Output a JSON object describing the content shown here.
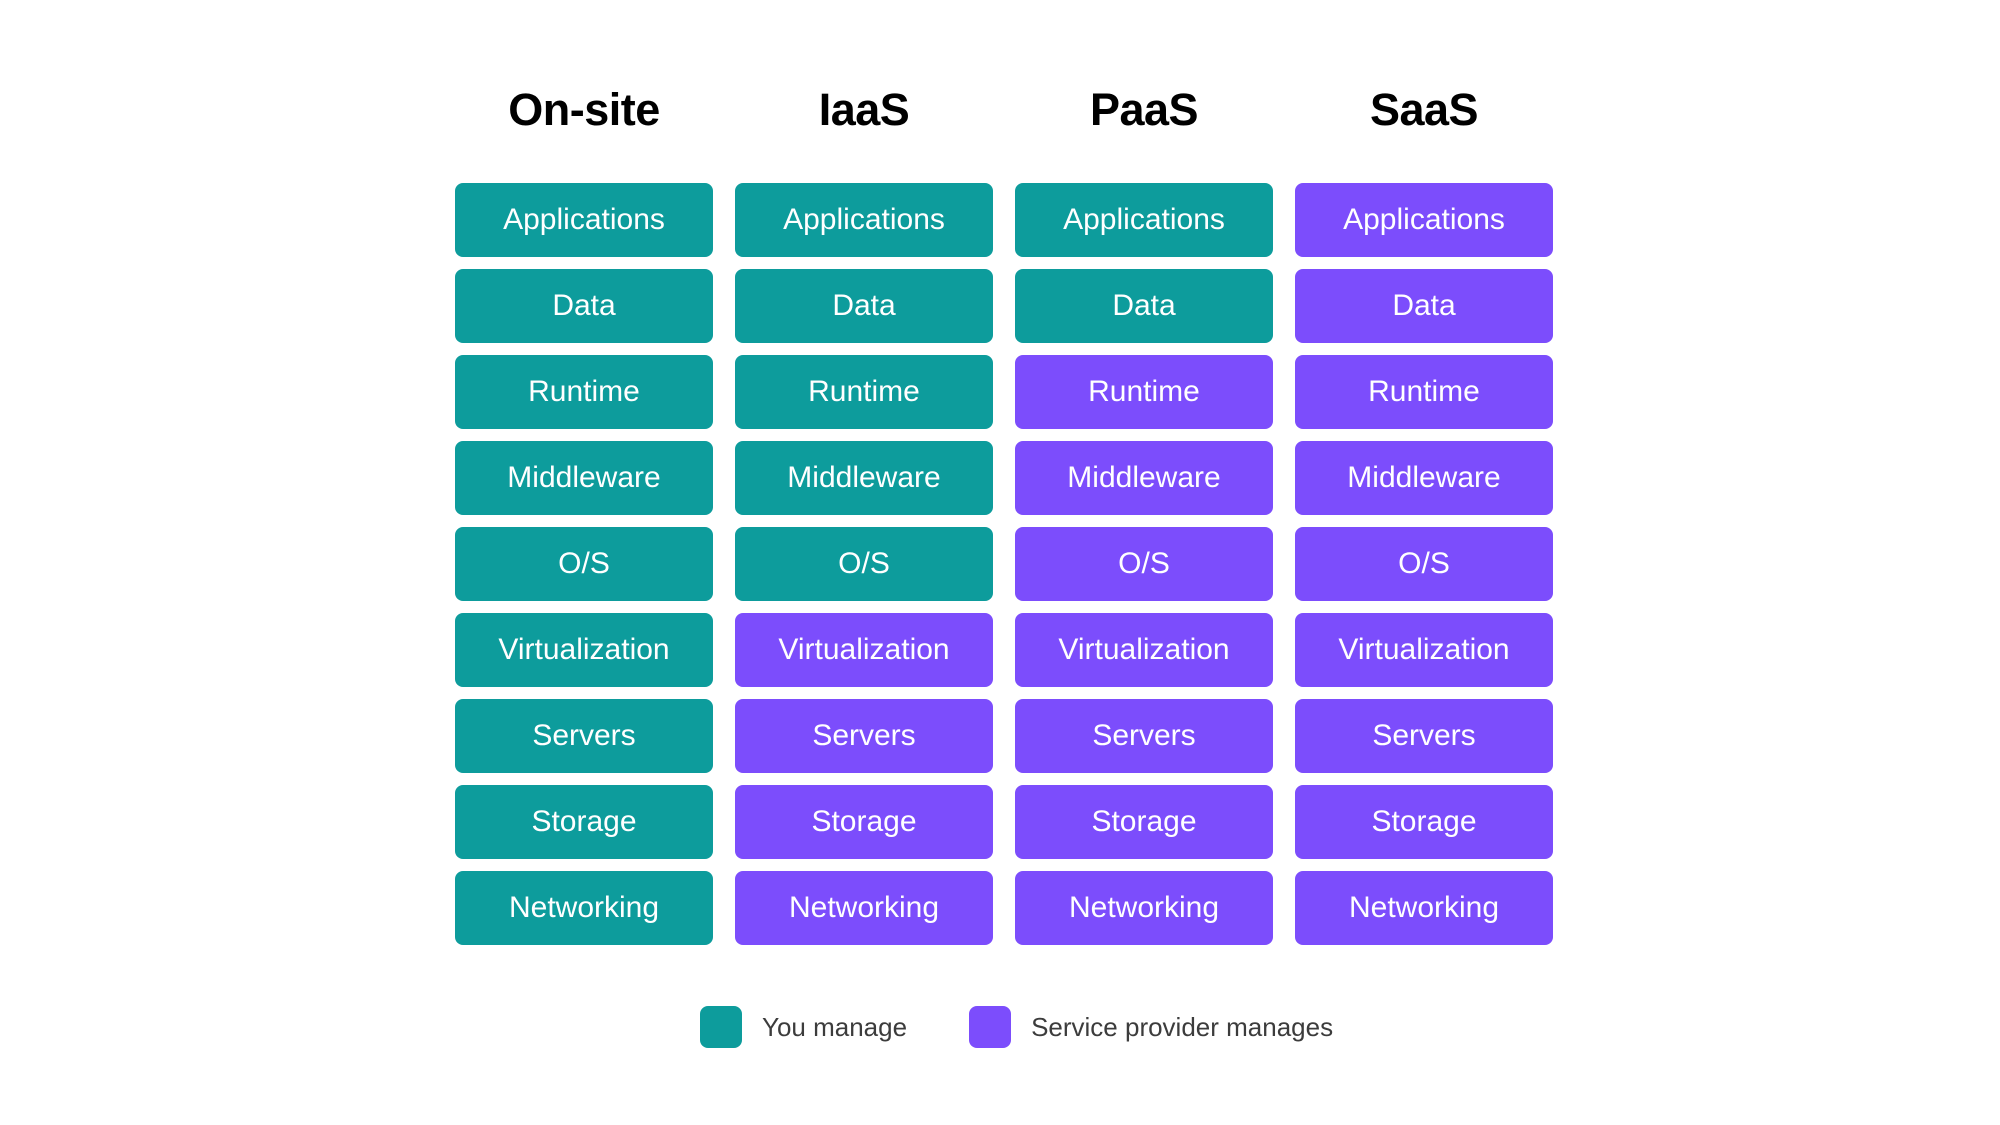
{
  "diagram": {
    "columns": [
      {
        "header": "On-site"
      },
      {
        "header": "IaaS"
      },
      {
        "header": "PaaS"
      },
      {
        "header": "SaaS"
      }
    ],
    "layers": [
      "Applications",
      "Data",
      "Runtime",
      "Middleware",
      "O/S",
      "Virtualization",
      "Servers",
      "Storage",
      "Networking"
    ],
    "cells": [
      {
        "column": "On-site",
        "items": [
          {
            "label": "Applications",
            "owner": "you"
          },
          {
            "label": "Data",
            "owner": "you"
          },
          {
            "label": "Runtime",
            "owner": "you"
          },
          {
            "label": "Middleware",
            "owner": "you"
          },
          {
            "label": "O/S",
            "owner": "you"
          },
          {
            "label": "Virtualization",
            "owner": "you"
          },
          {
            "label": "Servers",
            "owner": "you"
          },
          {
            "label": "Storage",
            "owner": "you"
          },
          {
            "label": "Networking",
            "owner": "you"
          }
        ]
      },
      {
        "column": "IaaS",
        "items": [
          {
            "label": "Applications",
            "owner": "you"
          },
          {
            "label": "Data",
            "owner": "you"
          },
          {
            "label": "Runtime",
            "owner": "you"
          },
          {
            "label": "Middleware",
            "owner": "you"
          },
          {
            "label": "O/S",
            "owner": "you"
          },
          {
            "label": "Virtualization",
            "owner": "provider"
          },
          {
            "label": "Servers",
            "owner": "provider"
          },
          {
            "label": "Storage",
            "owner": "provider"
          },
          {
            "label": "Networking",
            "owner": "provider"
          }
        ]
      },
      {
        "column": "PaaS",
        "items": [
          {
            "label": "Applications",
            "owner": "you"
          },
          {
            "label": "Data",
            "owner": "you"
          },
          {
            "label": "Runtime",
            "owner": "provider"
          },
          {
            "label": "Middleware",
            "owner": "provider"
          },
          {
            "label": "O/S",
            "owner": "provider"
          },
          {
            "label": "Virtualization",
            "owner": "provider"
          },
          {
            "label": "Servers",
            "owner": "provider"
          },
          {
            "label": "Storage",
            "owner": "provider"
          },
          {
            "label": "Networking",
            "owner": "provider"
          }
        ]
      },
      {
        "column": "SaaS",
        "items": [
          {
            "label": "Applications",
            "owner": "provider"
          },
          {
            "label": "Data",
            "owner": "provider"
          },
          {
            "label": "Runtime",
            "owner": "provider"
          },
          {
            "label": "Middleware",
            "owner": "provider"
          },
          {
            "label": "O/S",
            "owner": "provider"
          },
          {
            "label": "Virtualization",
            "owner": "provider"
          },
          {
            "label": "Servers",
            "owner": "provider"
          },
          {
            "label": "Storage",
            "owner": "provider"
          },
          {
            "label": "Networking",
            "owner": "provider"
          }
        ]
      }
    ]
  },
  "legend": {
    "entries": [
      {
        "label": "You manage",
        "owner": "you",
        "color": "#0D9C9C"
      },
      {
        "label": "Service provider manages",
        "owner": "provider",
        "color": "#7C4DFC"
      }
    ]
  },
  "colors": {
    "you_manage": "#0D9C9C",
    "provider_manages": "#7C4DFC",
    "background": "#FFFFFF",
    "header_text": "#000000",
    "cell_text": "#FFFFFF",
    "legend_text": "#3C3C3C"
  }
}
